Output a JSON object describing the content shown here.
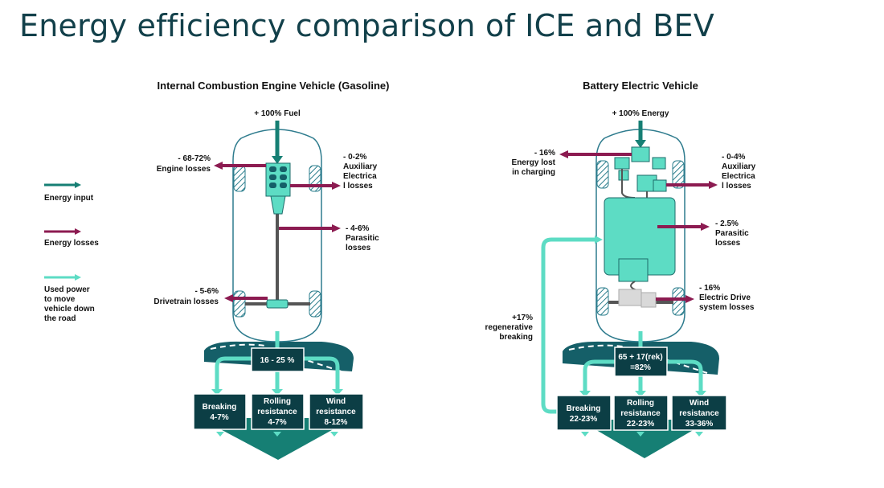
{
  "title": "Energy efficiency comparison of ICE and BEV",
  "colors": {
    "dark_teal": "#0c3e45",
    "teal": "#5ddcc4",
    "mid_teal": "#167f74",
    "road": "#155f68",
    "magenta": "#8c1b51",
    "outline": "#2f7c8e"
  },
  "legend": {
    "input": "Energy input",
    "losses": "Energy losses",
    "used": [
      "Used power",
      "to move",
      "vehicle down",
      "the road"
    ]
  },
  "ice": {
    "heading": "Internal Combustion Engine Vehicle (Gasoline)",
    "input": "+ 100% Fuel",
    "engine_losses": [
      "- 68-72%",
      "Engine losses"
    ],
    "aux_losses": [
      "- 0-2%",
      "Auxiliary",
      "Electrica",
      "l losses"
    ],
    "parasitic": [
      "- 4-6%",
      "Parasitic",
      "losses"
    ],
    "drivetrain": [
      "- 5-6%",
      "Drivetrain losses"
    ],
    "total": "16 - 25 %",
    "boxes": [
      {
        "lines": [
          "Breaking",
          "4-7%"
        ]
      },
      {
        "lines": [
          "Rolling",
          "resistance",
          "4-7%"
        ]
      },
      {
        "lines": [
          "Wind",
          "resistance",
          "8-12%"
        ]
      }
    ]
  },
  "bev": {
    "heading": "Battery Electric Vehicle",
    "input": "+ 100% Energy",
    "charging": [
      "- 16%",
      "Energy lost",
      "in charging"
    ],
    "aux_losses": [
      "- 0-4%",
      "Auxiliary",
      "Electrica",
      "l losses"
    ],
    "parasitic": [
      "- 2.5%",
      "Parasitic",
      "losses"
    ],
    "drive": [
      "- 16%",
      "Electric Drive",
      "system losses"
    ],
    "regen": [
      "+17%",
      "regenerative",
      "breaking"
    ],
    "total": [
      "65 + 17(rek)",
      "=82%"
    ],
    "boxes": [
      {
        "lines": [
          "Breaking",
          "22-23%"
        ]
      },
      {
        "lines": [
          "Rolling",
          "resistance",
          "22-23%"
        ]
      },
      {
        "lines": [
          "Wind",
          "resistance",
          "33-36%"
        ]
      }
    ]
  }
}
